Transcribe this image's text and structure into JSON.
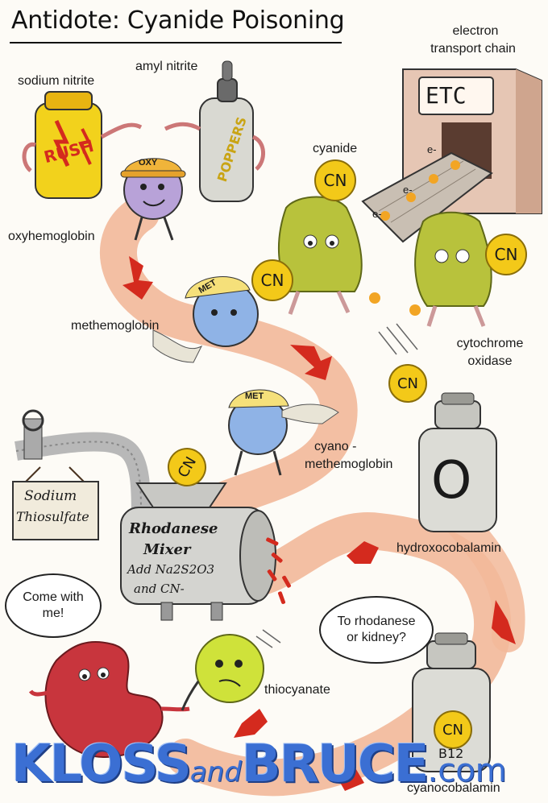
{
  "title": "Antidote: Cyanide Poisoning",
  "labels": {
    "sodium_nitrite": "sodium nitrite",
    "amyl_nitrite": "amyl nitrite",
    "electron": "electron",
    "transport_chain": "transport chain",
    "oxyhemoglobin": "oxyhemoglobin",
    "cyanide": "cyanide",
    "methemoglobin": "methemoglobin",
    "cytochrome": "cytochrome",
    "oxidase": "oxidase",
    "cyano": "cyano -",
    "cyano_methemoglobin": "methemoglobin",
    "hydroxocobalamin": "hydroxocobalamin",
    "thiocyanate": "thiocyanate",
    "cyanocobalamin": "cyanocobalamin"
  },
  "props": {
    "rush": "RUSH",
    "poppers": "POPPERS",
    "etc": "ETC",
    "oxy_cap": "OXY",
    "met_cap": "MET",
    "met_cap2": "MET",
    "cn": "CN",
    "electron_symbol": "e-",
    "hydroxo_letter": "O",
    "b12": "B12",
    "sign_line1": "Sodium",
    "sign_line2": "Thiosulfate",
    "mixer_line1": "Rhodanese",
    "mixer_line2": "Mixer",
    "mixer_line3": "Add Na2S2O3",
    "mixer_line4": "and CN-"
  },
  "bubbles": {
    "kidney_line1": "Come with",
    "kidney_line2": "me!",
    "bottle_line1": "To rhodanese",
    "bottle_line2": "or kidney?"
  },
  "brand": {
    "part1": "KLOSS",
    "part2": "and",
    "part3": "BRUCE",
    "part4": ".com"
  },
  "colors": {
    "path": "#f2b89a",
    "arrow": "#d42a1e",
    "coin": "#f3c919",
    "brand": "#3b6fd3",
    "rush_bottle": "#f2d21c",
    "cyanide_hair": "#b8c23c",
    "etc_box": "#e6c6b4",
    "kidney": "#c8353d",
    "thiocyanate": "#cfe23a"
  }
}
